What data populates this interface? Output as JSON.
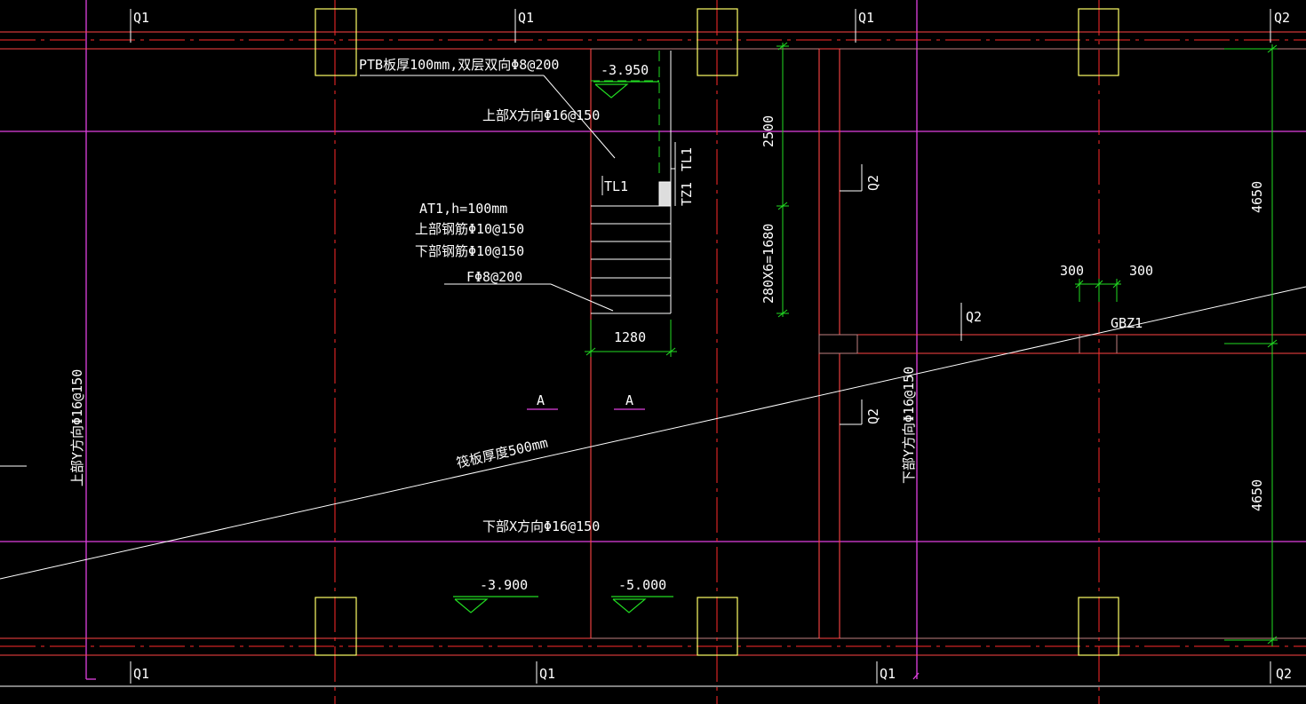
{
  "colors": {
    "background": "#000000",
    "wall": "#ff4444",
    "axis": "#ff2a2a",
    "grid": "#e040e0",
    "column": "#ffff66",
    "dimension": "#22dd22",
    "text": "#ffffff",
    "wall_outline": "#c08080"
  },
  "wall_labels": {
    "q1_top_a": "Q1",
    "q1_top_b": "Q1",
    "q1_top_c": "Q1",
    "q2_top_d": "Q2",
    "q1_bot_a": "Q1",
    "q1_bot_b": "Q1",
    "q1_bot_c": "Q1",
    "q2_bot_d": "Q2",
    "q2_mid_upper": "Q2",
    "q2_mid_lower": "Q2",
    "q2_mid_right": "Q2"
  },
  "annotations": {
    "ptb_note": "PTB板厚100mm,双层双向Φ8@200",
    "top_x_rebar": "上部X方向Φ16@150",
    "top_y_rebar": "上部Y方向Φ16@150",
    "bottom_x_rebar": "下部X方向Φ16@150",
    "bottom_y_rebar": "下部Y方向Φ16@150",
    "raft_thickness": "筏板厚度500mm",
    "at1_title": "AT1,h=100mm",
    "at1_top": "上部钢筋Φ10@150",
    "at1_bottom": "下部钢筋Φ10@150",
    "at1_f": "FΦ8@200",
    "tl1_left": "TL1",
    "tl1_right": "TL1",
    "tz1": "TZ1",
    "section_a_left": "A",
    "section_a_right": "A",
    "gbz1": "GBZ1"
  },
  "elevations": {
    "e_top": "-3.950",
    "e_bottom_left": "-3.900",
    "e_bottom_right": "-5.000"
  },
  "dimensions": {
    "stair_width": "1280",
    "landing": "2500",
    "steps": "280X6=1680",
    "bay_upper": "4650",
    "bay_lower": "4650",
    "wall_half_left": "300",
    "wall_half_right": "300"
  }
}
